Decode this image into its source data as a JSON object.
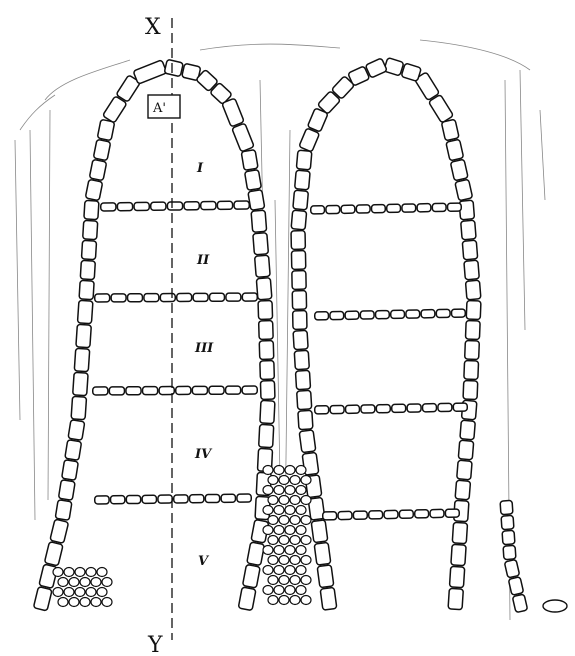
{
  "figure": {
    "axis_top_label": "X",
    "axis_bottom_label": "Y",
    "apex_cell_label": "A'",
    "segment_labels": [
      "I",
      "II",
      "III",
      "IV",
      "V"
    ]
  }
}
